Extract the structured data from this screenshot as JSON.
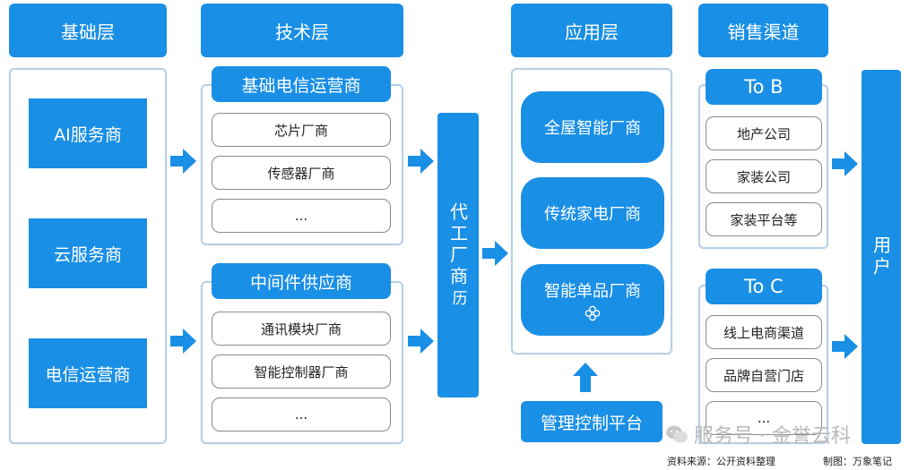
{
  "headers": {
    "foundation": "基础层",
    "technology": "技术层",
    "application": "应用层",
    "sales": "销售渠道"
  },
  "foundation_boxes": [
    "AI服务商",
    "云服务商",
    "电信运营商"
  ],
  "tech_groups": [
    {
      "title": "基础电信运营商",
      "items": [
        "芯片厂商",
        "传感器厂商",
        "..."
      ]
    },
    {
      "title": "中间件供应商",
      "items": [
        "通讯模块厂商",
        "智能控制器厂商",
        "..."
      ]
    }
  ],
  "oem": "代工厂商",
  "oem_extra": "历",
  "application_items": [
    "全屋智能厂商",
    "传统家电厂商",
    "智能单品厂商"
  ],
  "platform": "管理控制平台",
  "sales_groups": [
    {
      "title": "To B",
      "items": [
        "地产公司",
        "家装公司",
        "家装平台等"
      ]
    },
    {
      "title": "To C",
      "items": [
        "线上电商渠道",
        "品牌自营门店",
        "..."
      ]
    }
  ],
  "user": "用户",
  "watermark": "服务号 · 金誉云科",
  "footer": {
    "source": "资料来源：公开资料整理",
    "credit": "制图：万象笔记"
  },
  "colors": {
    "accent": "#1a8fe6",
    "border": "#b7cfe8"
  },
  "icons": {
    "arrow": "right-arrow-icon",
    "up_arrow": "up-arrow-icon",
    "watermark": "wechat-icon"
  }
}
